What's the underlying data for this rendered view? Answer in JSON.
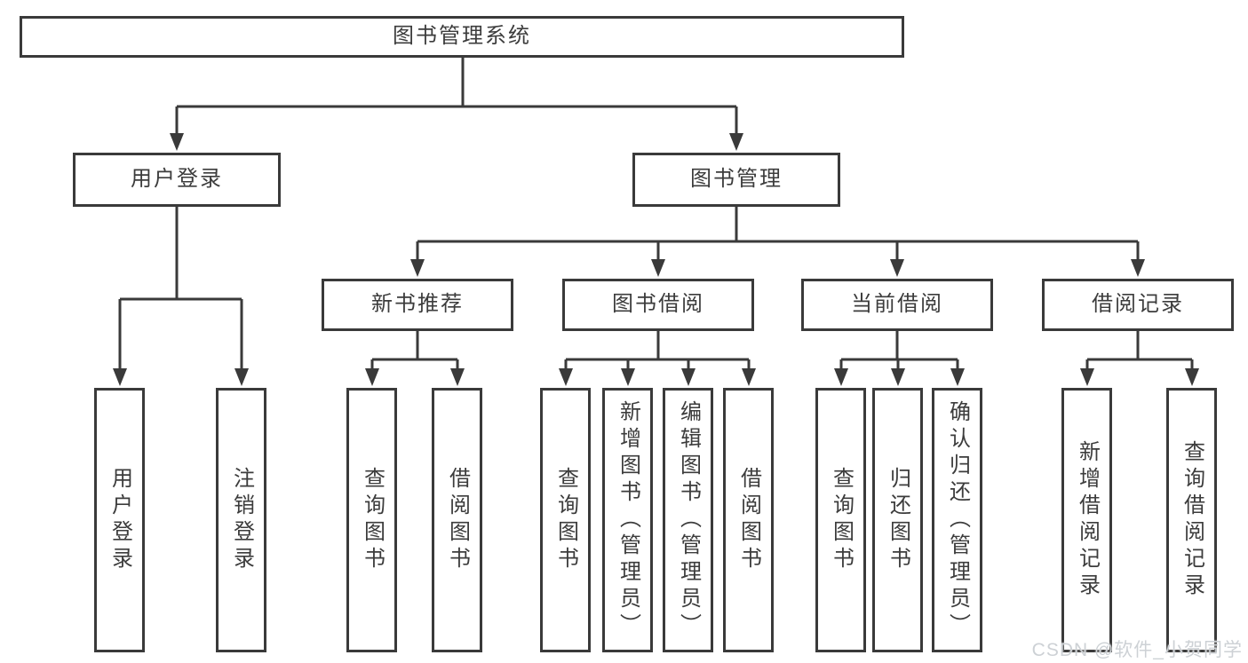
{
  "diagram_title": "图书管理系统",
  "tree": {
    "label": "图书管理系统",
    "children": [
      {
        "label": "用户登录",
        "children": [
          {
            "label": "用户登录"
          },
          {
            "label": "注销登录"
          }
        ]
      },
      {
        "label": "图书管理",
        "children": [
          {
            "label": "新书推荐",
            "children": [
              {
                "label": "查询图书"
              },
              {
                "label": "借阅图书"
              }
            ]
          },
          {
            "label": "图书借阅",
            "children": [
              {
                "label": "查询图书"
              },
              {
                "label": "新增图书（管理员）"
              },
              {
                "label": "编辑图书（管理员）"
              },
              {
                "label": "借阅图书"
              }
            ]
          },
          {
            "label": "当前借阅",
            "children": [
              {
                "label": "查询图书"
              },
              {
                "label": "归还图书"
              },
              {
                "label": "确认归还（管理员）"
              }
            ]
          },
          {
            "label": "借阅记录",
            "children": [
              {
                "label": "新增借阅记录"
              },
              {
                "label": "查询借阅记录"
              }
            ]
          }
        ]
      }
    ]
  },
  "watermark": {
    "text": "CSDN @软件_小贺同学"
  },
  "colors": {
    "line": "#3a3a3a",
    "box_border": "#3a3a3a",
    "text": "#3c3c3c",
    "watermark": "#cdd1d5",
    "background": "#ffffff"
  }
}
